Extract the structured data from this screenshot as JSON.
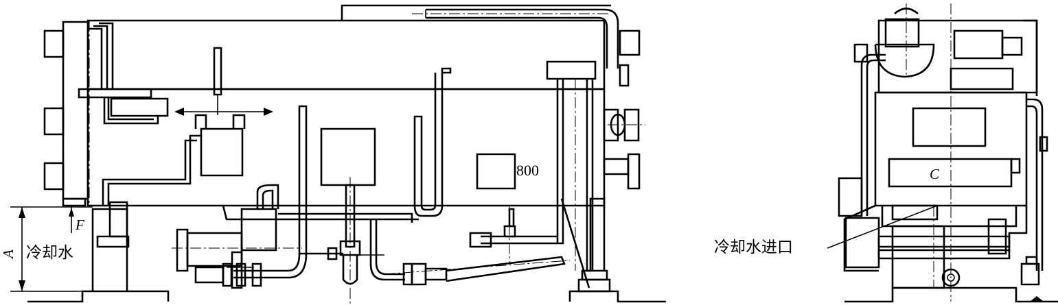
{
  "labels": {
    "cooling_water": "冷却水",
    "cooling_water_inlet": "冷却水进口",
    "dim_a": "A",
    "dim_f": "F",
    "dim_c": "C",
    "dim_800": "800"
  },
  "colors": {
    "line": "#000000",
    "background": "#ffffff"
  }
}
